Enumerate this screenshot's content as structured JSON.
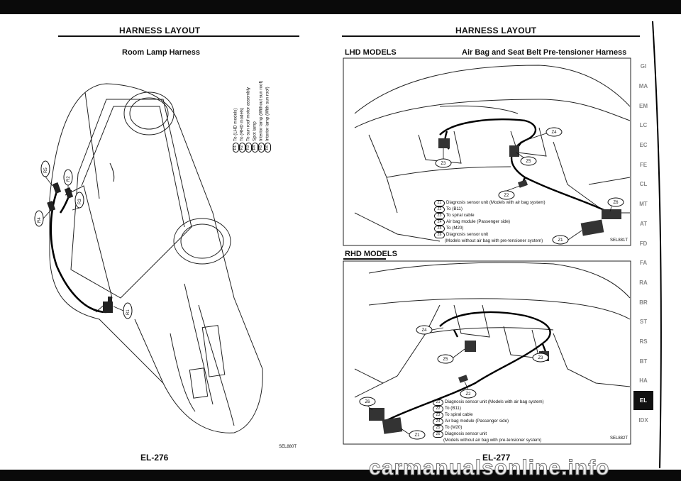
{
  "left_page": {
    "header": "HARNESS LAYOUT",
    "subtitle": "Room Lamp Harness",
    "legend": [
      {
        "code": "R1",
        "text": "To (LHD models)"
      },
      {
        "code": "R2",
        "text": "To (RHD models)"
      },
      {
        "code": "R3",
        "text": "To sun roof motor assembly"
      },
      {
        "code": "R4",
        "text": "Spot lamp"
      },
      {
        "code": "R5",
        "text": "Interior lamp (Without sun roof)"
      },
      {
        "code": "R6",
        "text": "Interior lamp (With sun roof)"
      }
    ],
    "connector_labels": [
      "R5",
      "R2",
      "R3",
      "R4",
      "R1"
    ],
    "ref_code": "SEL880T",
    "page_number": "EL-276"
  },
  "right_page": {
    "header": "HARNESS LAYOUT",
    "lhd_label": "LHD MODELS",
    "subtitle": "Air Bag and Seat Belt Pre-tensioner Harness",
    "rhd_label": "RHD MODELS",
    "legend": [
      {
        "code": "Z1",
        "text": "Diagnosis sensor unit (Models with air bag system)"
      },
      {
        "code": "Z2",
        "text": "To (B11)"
      },
      {
        "code": "Z3",
        "text": "To spiral cable"
      },
      {
        "code": "Z4",
        "text": "Air bag module (Passenger side)"
      },
      {
        "code": "Z5",
        "text": "To (M20)"
      },
      {
        "code": "Z6",
        "text": "Diagnosis sensor unit"
      },
      {
        "code": "",
        "text": "(Models without air bag with pre-tensioner system)"
      }
    ],
    "lhd_connector_labels": [
      "Z4",
      "Z3",
      "Z5",
      "Z2",
      "Z6",
      "Z1"
    ],
    "rhd_connector_labels": [
      "Z4",
      "Z5",
      "Z3",
      "Z2",
      "Z6",
      "Z1"
    ],
    "lhd_ref_code": "SEL881T",
    "rhd_ref_code": "SEL882T",
    "page_number": "EL-277"
  },
  "side_tabs": [
    "GI",
    "MA",
    "EM",
    "LC",
    "EC",
    "FE",
    "CL",
    "MT",
    "AT",
    "FD",
    "FA",
    "RA",
    "BR",
    "ST",
    "RS",
    "BT",
    "HA",
    "EL",
    "IDX"
  ],
  "active_tab": "EL",
  "watermark": "carmanualsonline.info"
}
